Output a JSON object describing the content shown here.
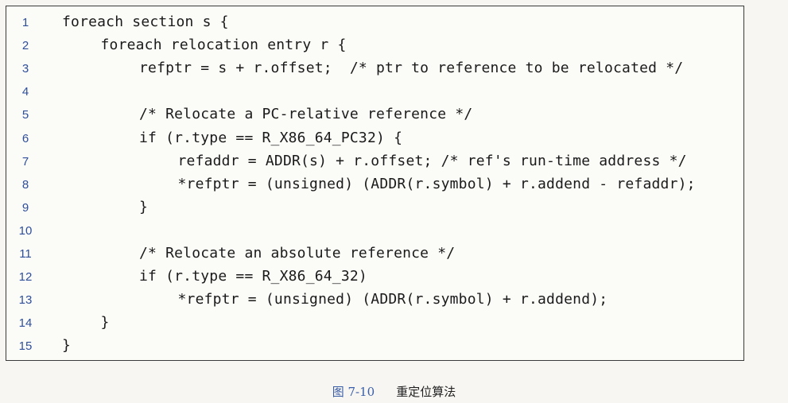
{
  "code": {
    "lines": [
      {
        "num": "1",
        "text": "foreach section s {",
        "indent": 0
      },
      {
        "num": "2",
        "text": "foreach relocation entry r {",
        "indent": 1
      },
      {
        "num": "3",
        "text": "refptr = s + r.offset;  /* ptr to reference to be relocated */",
        "indent": 2
      },
      {
        "num": "4",
        "text": "",
        "indent": 0
      },
      {
        "num": "5",
        "text": "/* Relocate a PC-relative reference */",
        "indent": 2
      },
      {
        "num": "6",
        "text": "if (r.type == R_X86_64_PC32) {",
        "indent": 2
      },
      {
        "num": "7",
        "text": "refaddr = ADDR(s) + r.offset; /* ref's run-time address */",
        "indent": 3
      },
      {
        "num": "8",
        "text": "*refptr = (unsigned) (ADDR(r.symbol) + r.addend - refaddr);",
        "indent": 3
      },
      {
        "num": "9",
        "text": "}",
        "indent": 2
      },
      {
        "num": "10",
        "text": "",
        "indent": 0
      },
      {
        "num": "11",
        "text": "/* Relocate an absolute reference */",
        "indent": 2
      },
      {
        "num": "12",
        "text": "if (r.type == R_X86_64_32)",
        "indent": 2
      },
      {
        "num": "13",
        "text": "*refptr = (unsigned) (ADDR(r.symbol) + r.addend);",
        "indent": 3
      },
      {
        "num": "14",
        "text": "}",
        "indent": 1
      },
      {
        "num": "15",
        "text": "}",
        "indent": 0
      }
    ]
  },
  "caption": {
    "label": "图 7-10",
    "text": "重定位算法"
  }
}
